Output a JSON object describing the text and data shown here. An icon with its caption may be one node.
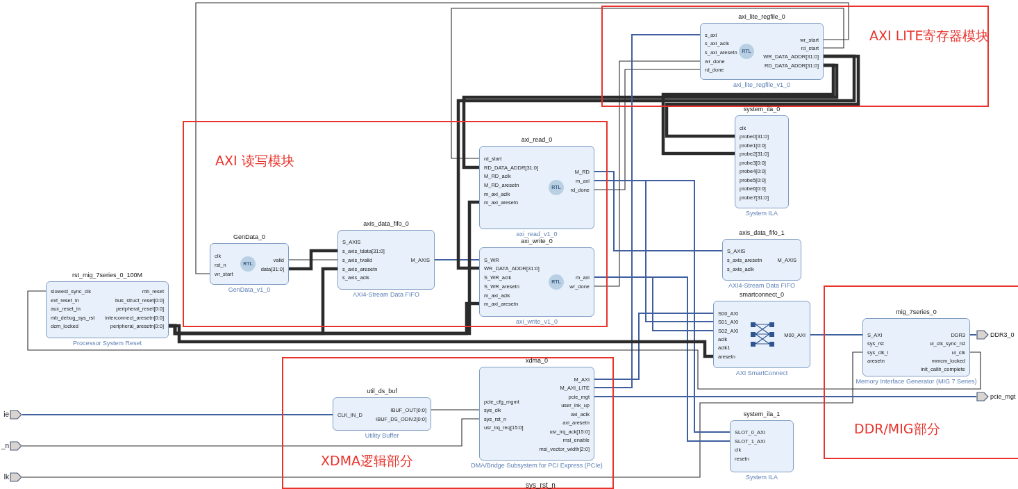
{
  "diagram": {
    "nodes": [
      {
        "text": [
          "AXI LITE寄存器模块"
        ]
      },
      {
        "text": [
          "axi_lite_regfile_0",
          "s_axi",
          "s_axi_aclk",
          "s_axi_aresetn",
          "wr_done",
          "rd_done",
          "wr_start",
          "rd_start",
          "WR_DATA_ADDR[31:0]",
          "RD_DATA_ADDR[31:0]",
          "RTL"
        ],
        "beside": [
          "axi_lite_regfile_v1_0"
        ],
        "in": 0
      },
      {
        "text": [
          "system_ila_0",
          "clk",
          "probe0[31:0]",
          "probe1[0:0]",
          "probe2[31:0]",
          "probe3[0:0]",
          "probe4[0:0]",
          "probe5[0:0]",
          "probe6[0:0]",
          "probe7[31:0]"
        ],
        "beside": [
          "System ILA"
        ]
      },
      {
        "text": [
          "AXI 读写模块"
        ]
      },
      {
        "text": [
          "GenData_0",
          "clk",
          "rst_n",
          "wr_start",
          "valid",
          "data[31:0]",
          "RTL"
        ],
        "beside": [
          "GenData_v1_0"
        ],
        "in": 3
      },
      {
        "text": [
          "axis_data_fifo_0",
          "S_AXIS",
          "s_axis_tdata[31:0]",
          "s_axis_tvalid",
          "s_axis_aresetn",
          "s_axis_aclk",
          "M_AXIS"
        ],
        "beside": [
          "AXI4-Stream Data FIFO"
        ],
        "in": 3
      },
      {
        "text": [
          "axi_read_0",
          "rd_start",
          "RD_DATA_ADDR[31:0]",
          "M_RD_aclk",
          "M_RD_aresetn",
          "m_axi_aclk",
          "m_axi_aresetn",
          "M_RD",
          "m_axi",
          "rd_done",
          "RTL"
        ],
        "beside": [
          "axi_read_v1_0"
        ],
        "in": 3
      },
      {
        "text": [
          "axi_write_0",
          "S_WR",
          "WR_DATA_ADDR[31:0]",
          "S_WR_aclk",
          "S_WR_aresetn",
          "m_axi_aclk",
          "m_axi_aresetn",
          "m_axi",
          "wr_done",
          "RTL"
        ],
        "beside": [
          "axi_write_v1_0"
        ],
        "in": 3
      },
      {
        "text": [
          "rst_mig_7series_0_100M",
          "slowest_sync_clk",
          "ext_reset_in",
          "aux_reset_in",
          "mb_debug_sys_rst",
          "dcm_locked",
          "mb_reset",
          "bus_struct_reset[0:0]",
          "peripheral_reset[0:0]",
          "interconnect_aresetn[0:0]",
          "peripheral_aresetn[0:0]"
        ],
        "beside": [
          "Processor System Reset"
        ]
      },
      {
        "text": [
          "axis_data_fifo_1",
          "S_AXIS",
          "s_axis_aresetn",
          "s_axis_aclk",
          "M_AXIS"
        ],
        "beside": [
          "AXI4-Stream Data FIFO"
        ]
      },
      {
        "text": [
          "smartconnect_0",
          "S00_AXI",
          "S01_AXI",
          "S02_AXI",
          "aclk",
          "aclk1",
          "aresetn",
          "M00_AXI"
        ],
        "beside": [
          "AXI SmartConnect"
        ]
      },
      {
        "text": [
          "DDR/MIG部分"
        ]
      },
      {
        "text": [
          "mig_7series_0",
          "S_AXI",
          "sys_rst",
          "sys_clk_i",
          "aresetn",
          "DDR3",
          "ui_clk_sync_rst",
          "ui_clk",
          "mmcm_locked",
          "init_calib_complete"
        ],
        "beside": [
          "Memory Interface Generator (MIG 7 Series)"
        ],
        "in": 11
      },
      {
        "text": [
          "XDMA逻辑部分"
        ]
      },
      {
        "text": [
          "util_ds_buf",
          "CLK_IN_D",
          "IBUF_OUT[0:0]",
          "IBUF_DS_ODIV2[0:0]"
        ],
        "beside": [
          "Utility Buffer"
        ],
        "in": 13
      },
      {
        "text": [
          "xdma_0",
          "pcie_cfg_mgmt",
          "sys_clk",
          "sys_rst_n",
          "usr_irq_req[15:0]",
          "M_AXI",
          "M_AXI_LITE",
          "pcie_mgt",
          "user_lnk_up",
          "axi_aclk",
          "axi_aresetn",
          "usr_irq_ack[15:0]",
          "msi_enable",
          "msi_vector_width[2:0]"
        ],
        "beside": [
          "DMA/Bridge Subsystem for PCI Express (PCIe)"
        ],
        "in": 13
      },
      {
        "text": [
          "system_ila_1",
          "SLOT_0_AXI",
          "SLOT_1_AXI",
          "clk",
          "resetn"
        ],
        "beside": [
          "System ILA"
        ]
      },
      {
        "text": [
          "ie"
        ]
      },
      {
        "text": [
          "_n"
        ]
      },
      {
        "text": [
          "lk"
        ]
      },
      {
        "text": [
          "DDR3_0"
        ],
        "in": 11
      },
      {
        "text": [
          "pcie_mgt"
        ],
        "in": 11
      }
    ],
    "edges": [
      {
        "from": 17,
        "to": 14,
        "arrow": "none",
        "color": "#3f5f9f"
      },
      {
        "from": 18,
        "to": 15,
        "arrow": "none"
      },
      {
        "from": 19,
        "to": 12,
        "arrow": "none"
      },
      {
        "from": 14,
        "to": 15,
        "arrow": "none"
      },
      {
        "from": 4,
        "to": 5,
        "arrow": "none"
      },
      {
        "from": 4,
        "to": 5,
        "arrow": "none",
        "style": "thick"
      },
      {
        "from": 5,
        "to": 7,
        "arrow": "none",
        "color": "#3f5f9f"
      },
      {
        "from": 1,
        "to": 6,
        "arrow": "none"
      },
      {
        "from": 1,
        "to": 6,
        "arrow": "none",
        "style": "thick"
      },
      {
        "from": 1,
        "to": 4,
        "arrow": "none"
      },
      {
        "from": 1,
        "to": 7,
        "arrow": "none",
        "style": "thick"
      },
      {
        "from": 6,
        "to": 1,
        "arrow": "none"
      },
      {
        "from": 7,
        "to": 1,
        "arrow": "none"
      },
      {
        "from": 15,
        "to": 1,
        "arrow": "none",
        "color": "#3f5f9f"
      },
      {
        "from": 15,
        "to": 10,
        "arrow": "none",
        "color": "#3f5f9f"
      },
      {
        "from": 6,
        "to": 10,
        "arrow": "none",
        "color": "#3f5f9f"
      },
      {
        "from": 7,
        "to": 10,
        "arrow": "none",
        "color": "#3f5f9f"
      },
      {
        "from": 6,
        "to": 9,
        "arrow": "none",
        "color": "#3f5f9f"
      },
      {
        "from": 10,
        "to": 12,
        "arrow": "none",
        "color": "#3f5f9f"
      },
      {
        "from": 12,
        "to": 20,
        "arrow": "none",
        "color": "#3f5f9f"
      },
      {
        "from": 15,
        "to": 21,
        "arrow": "none",
        "color": "#3f5f9f"
      },
      {
        "from": 6,
        "to": 16,
        "arrow": "none",
        "color": "#3f5f9f"
      },
      {
        "from": 7,
        "to": 16,
        "arrow": "none",
        "color": "#3f5f9f"
      },
      {
        "from": 8,
        "to": 10,
        "arrow": "none",
        "style": "thick"
      },
      {
        "from": 8,
        "to": 6,
        "arrow": "none",
        "style": "thick"
      },
      {
        "from": 8,
        "to": 7,
        "arrow": "none",
        "style": "thick"
      },
      {
        "from": 8,
        "to": 5,
        "arrow": "none",
        "style": "thick"
      },
      {
        "from": 12,
        "to": 8,
        "arrow": "none"
      },
      {
        "from": 1,
        "to": 2,
        "arrow": "none",
        "style": "thick"
      },
      {
        "from": 1,
        "to": 2,
        "arrow": "none",
        "style": "thick"
      }
    ],
    "labels": [
      "sys_rst_n"
    ]
  }
}
